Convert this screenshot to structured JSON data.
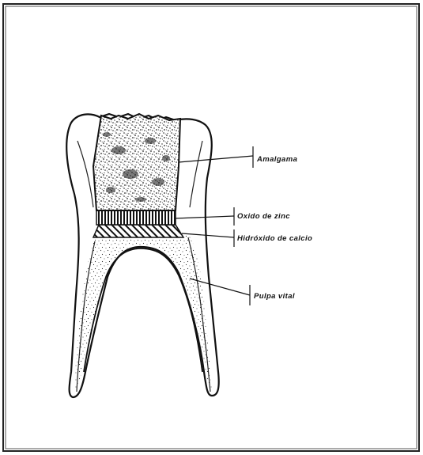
{
  "diagram": {
    "labels": {
      "amalgam": "Amalgama",
      "zinc_oxide": "Oxido de zinc",
      "calcium_hydroxide": "Hidróxido de calcio",
      "vital_pulp": "Pulpa vital"
    },
    "colors": {
      "ink": "#111111",
      "paper": "#ffffff"
    }
  }
}
